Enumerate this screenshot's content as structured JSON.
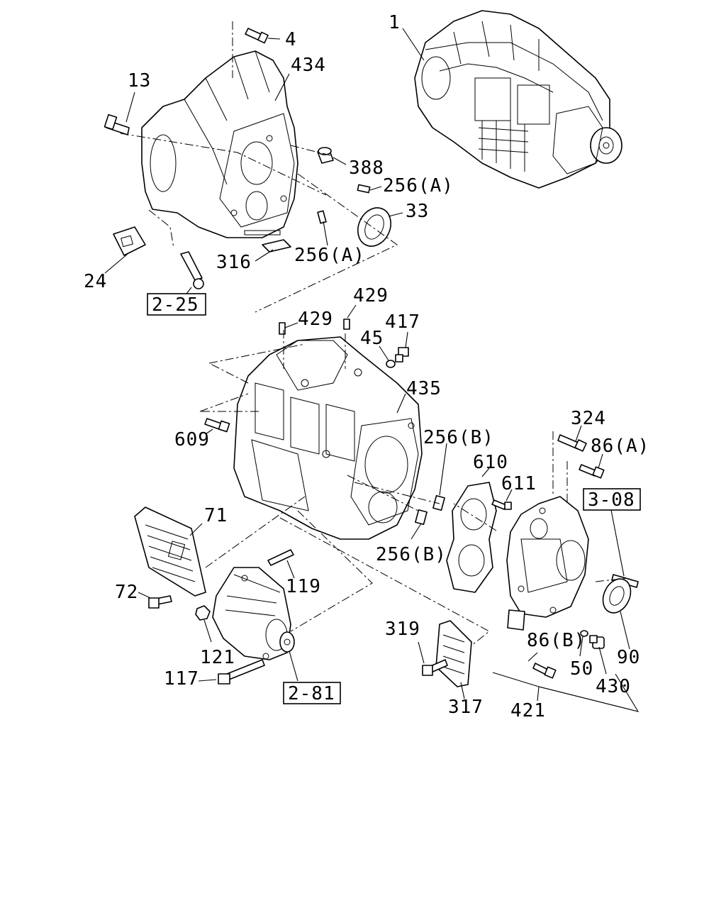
{
  "callouts": {
    "c1": "1",
    "c4": "4",
    "c434": "434",
    "c13": "13",
    "c388": "388",
    "c256a_top": "256(A)",
    "c33": "33",
    "c316": "316",
    "c256a_bottom": "256(A)",
    "c24": "24",
    "c429_left": "429",
    "c429_right": "429",
    "c45": "45",
    "c417": "417",
    "c435": "435",
    "c609": "609",
    "c256b_top": "256(B)",
    "c324": "324",
    "c86a": "86(A)",
    "c610": "610",
    "c611": "611",
    "c71": "71",
    "c256b_bottom": "256(B)",
    "c72": "72",
    "c119": "119",
    "c121": "121",
    "c117": "117",
    "c319": "319",
    "c86b": "86(B)",
    "c90": "90",
    "c50": "50",
    "c430": "430",
    "c317": "317",
    "c421": "421"
  },
  "references": {
    "ref_2_25": "2-25",
    "ref_3_08": "3-08",
    "ref_2_81": "2-81"
  }
}
